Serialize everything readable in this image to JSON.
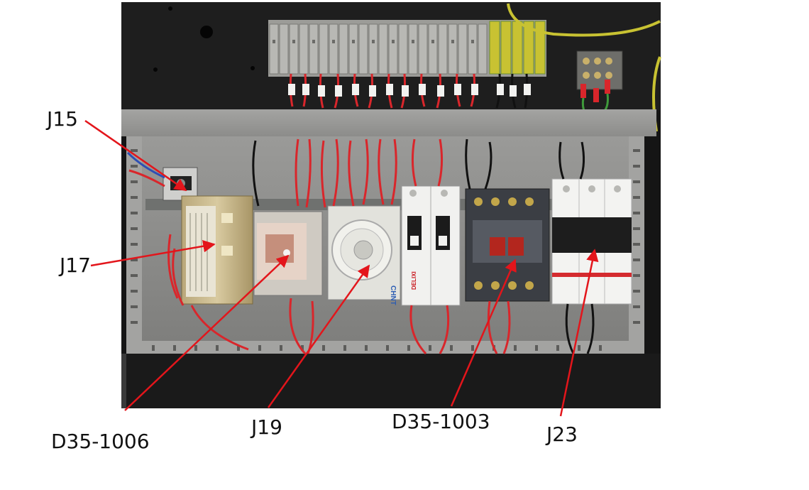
{
  "callouts": {
    "j15": "J15",
    "j17": "J17",
    "d35_1006": "D35-1006",
    "j19": "J19",
    "d35_1003": "D35-1003",
    "j23": "J23"
  },
  "device_text": {
    "timer_brand": "CHNT",
    "breaker_brand": "DELIXI"
  },
  "colors": {
    "arrow": "#e3151b",
    "wire_red": "#d9262b",
    "ground_yellow": "#c8c232",
    "ground_green": "#3f9a3b",
    "panel_gray": "#8d8d8b",
    "din_rail": "#6f716f",
    "cabinet_dark": "#141414"
  }
}
